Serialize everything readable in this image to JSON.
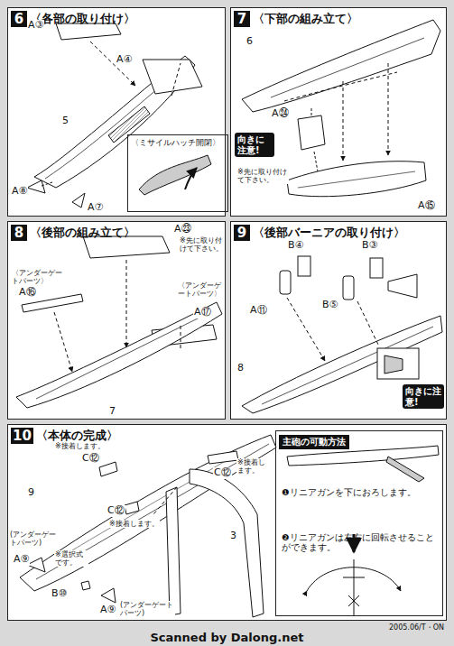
{
  "diagram": {
    "nodes": [
      {
        "text": [
          "6",
          "〈各部の取り付け〉"
        ]
      },
      {
        "text": [
          "〈ミサイルハッチ開閉〉"
        ],
        "in": 0
      },
      {
        "text": [
          "7",
          "〈下部の組み立て〉"
        ]
      },
      {
        "text": [
          "向きに注意!"
        ],
        "in": 2
      },
      {
        "text": [
          "8",
          "〈後部の組み立て〉"
        ]
      },
      {
        "text": [
          "9",
          "〈後部バーニアの取り付け〉"
        ]
      },
      {
        "text": [
          "向きに注意!"
        ],
        "in": 5
      },
      {
        "text": [
          "10",
          "〈本体の完成〉"
        ]
      },
      {
        "text": [
          "主砲の可動方法",
          "❶リニアガンを下におろします。",
          "❷リニアガンは左右に回転させることができます。"
        ],
        "in": 7
      }
    ],
    "edges": [],
    "labels": [
      "A③",
      "A④",
      "5",
      "A⑧",
      "A⑦",
      "6",
      "A㉔",
      "※先に取り付けて下さい。",
      "A⑮",
      "A㉓",
      "※先に取り付けて下さい。",
      "〈アンダーゲートパーツ〉",
      "A⑯",
      "〈アンダーゲートパーツ〉",
      "A⑰",
      "7",
      "B④",
      "B③",
      "A⑪",
      "B⑤",
      "8",
      "※接着します。",
      "C⑫",
      "C⑫",
      "※接着します。",
      "9",
      "C⑫",
      "※接着します。",
      "(アンダーゲートパーツ)",
      "A⑨",
      "※選択式です。",
      "B⑩",
      "A⑨",
      "(アンダーゲートパーツ)",
      "3",
      "2005.06/T・ON",
      "Scanned by Dalong.net"
    ]
  }
}
